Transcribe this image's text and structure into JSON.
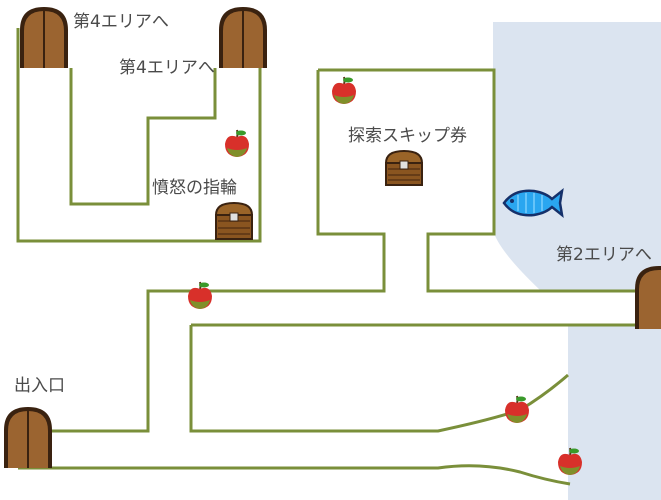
{
  "labels": {
    "area4_top": "第4エリアへ",
    "area4_second": "第4エリアへ",
    "ring_of_wrath": "憤怒の指輪",
    "explore_skip_ticket": "探索スキップ券",
    "area2": "第2エリアへ",
    "entrance": "出入口"
  },
  "colors": {
    "path": "#7a8f3a",
    "water": "#dbe4f0",
    "door": "#9b6430",
    "door_dark": "#3a2210",
    "text": "#4a4a4a"
  },
  "icons": {
    "apple": "apple-icon",
    "chest": "treasure-chest-icon",
    "fish": "fish-icon",
    "door": "wooden-door-icon"
  }
}
